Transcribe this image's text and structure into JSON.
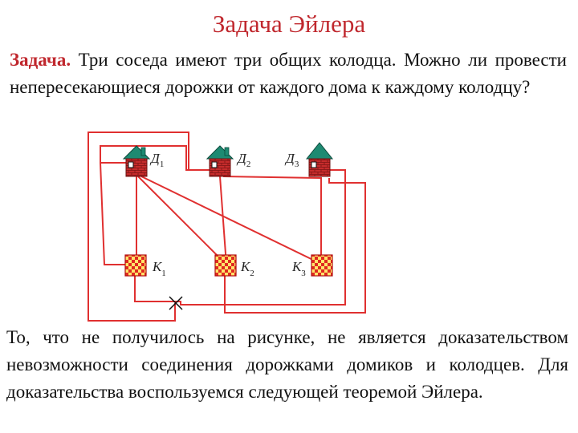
{
  "title": "Задача Эйлера",
  "task": {
    "label": "Задача.",
    "text": " Три соседа имеют три общих колодца. Можно ли провести непересекающиеся дорожки от каждого дома к каждому колодцу?"
  },
  "houses": [
    {
      "letter": "Д",
      "index": "1"
    },
    {
      "letter": "Д",
      "index": "2"
    },
    {
      "letter": "Д",
      "index": "3"
    }
  ],
  "wells": [
    {
      "letter": "К",
      "index": "1"
    },
    {
      "letter": "К",
      "index": "2"
    },
    {
      "letter": "К",
      "index": "3"
    }
  ],
  "colors": {
    "title": "#c0282e",
    "path": "#e03030",
    "roof": "#1e8a72",
    "brick": "#c62c2c",
    "well_red": "#e02a20",
    "well_yellow": "#ffe46a"
  },
  "conclusion": "То, что не получилось на рисунке, не является доказательством невозможности соединения дорожками домиков и колодцев. Для доказательства воспользуемся следующей теоремой Эйлера."
}
